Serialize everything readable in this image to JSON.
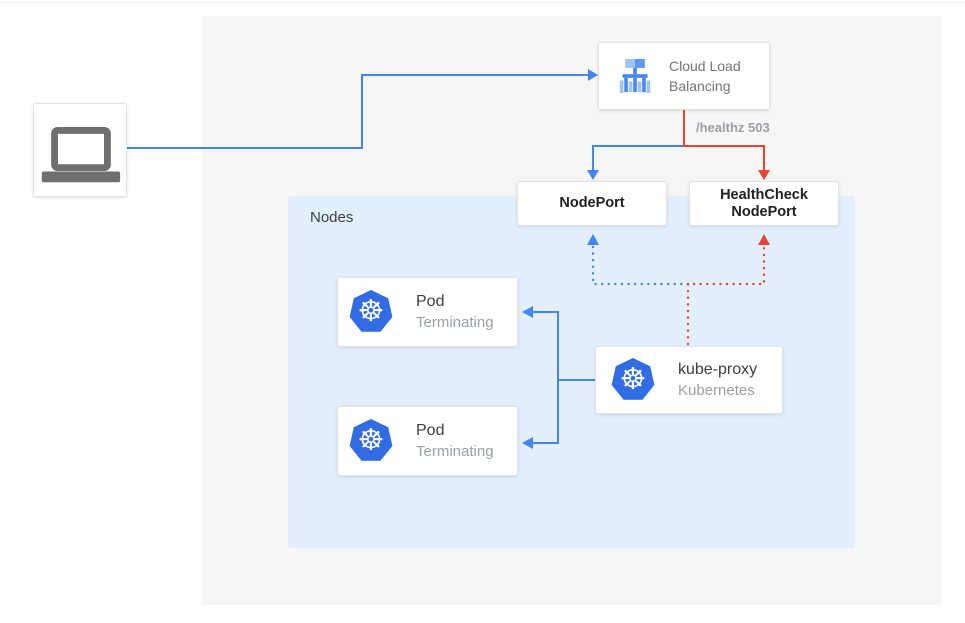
{
  "colors": {
    "blue": "#4285f4",
    "red": "#ea4335",
    "k8s_blue": "#326ce5",
    "lb_light": "#a0c3fa",
    "lb_mid": "#5e97f6",
    "laptop_gray": "#6f6f6f",
    "nodes_panel_bg": "#e3effc",
    "outer_panel_bg": "#f6f6f6"
  },
  "icons": {
    "helm_glyph": "☸"
  },
  "cloud_lb": {
    "label": "Cloud Load Balancing"
  },
  "healthz_label": "/healthz 503",
  "nodeport": {
    "label": "NodePort"
  },
  "healthcheck_nodeport": {
    "label": "HealthCheck NodePort"
  },
  "nodes_panel": {
    "label": "Nodes"
  },
  "pods": [
    {
      "title": "Pod",
      "subtitle": "Terminating"
    },
    {
      "title": "Pod",
      "subtitle": "Terminating"
    }
  ],
  "kube_proxy": {
    "title": "kube-proxy",
    "subtitle": "Kubernetes"
  }
}
